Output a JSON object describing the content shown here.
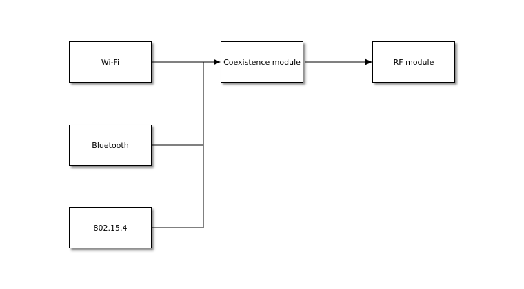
{
  "diagram": {
    "background_color": "#ffffff",
    "line_color": "#000000",
    "box_fill_color": "#ffffff",
    "box_border_color": "#000000",
    "nodes": {
      "wifi": {
        "label": "Wi-Fi"
      },
      "bluetooth": {
        "label": "Bluetooth"
      },
      "zigbee": {
        "label": "802.15.4"
      },
      "coexistence": {
        "label": "Coexistence module"
      },
      "rf": {
        "label": "RF module"
      }
    },
    "connections": [
      {
        "from": "wifi",
        "to": "coexistence",
        "arrow": true
      },
      {
        "from": "bluetooth",
        "to": "coexistence",
        "arrow": true
      },
      {
        "from": "zigbee",
        "to": "coexistence",
        "arrow": true
      },
      {
        "from": "coexistence",
        "to": "rf",
        "arrow": true
      }
    ]
  }
}
